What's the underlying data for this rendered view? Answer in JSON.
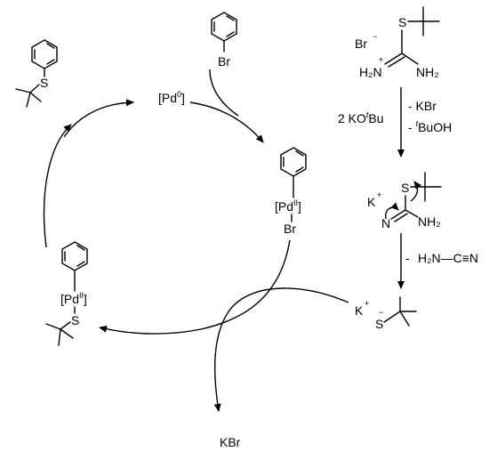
{
  "catalyst": {
    "label": "[Pd",
    "sup": "0",
    "close": "]"
  },
  "aryl_bromide": {
    "br": "Br"
  },
  "oxidative_addition_complex": {
    "pd": "[Pd",
    "sup": "II",
    "close": "]",
    "br": "Br"
  },
  "thiolate_complex": {
    "pd": "[Pd",
    "sup": "II",
    "close": "]",
    "s": "S"
  },
  "product": {
    "s": "S"
  },
  "byproduct_kbr": "KBr",
  "isothiouronium": {
    "br_minus": "Br",
    "minus": "−",
    "s": "S",
    "h2n_left": "H₂N",
    "plus": "+",
    "nh2": "NH₂"
  },
  "step1": {
    "base": "2 KO",
    "base_t": "t",
    "base_bu": "Bu",
    "minus_kbr": "- KBr",
    "minus_tbuoh_pre": "- ",
    "minus_tbuoh_t": "t",
    "minus_tbuoh": "BuOH"
  },
  "intermediate": {
    "k": "K",
    "plus": "+",
    "s": "S",
    "n": "N",
    "nh2": "NH₂"
  },
  "step2": {
    "minus": "-",
    "cyanamide": "H₂N—C≡N"
  },
  "thiolate": {
    "k": "K",
    "plus": "+",
    "s": "S",
    "minus": "−"
  }
}
